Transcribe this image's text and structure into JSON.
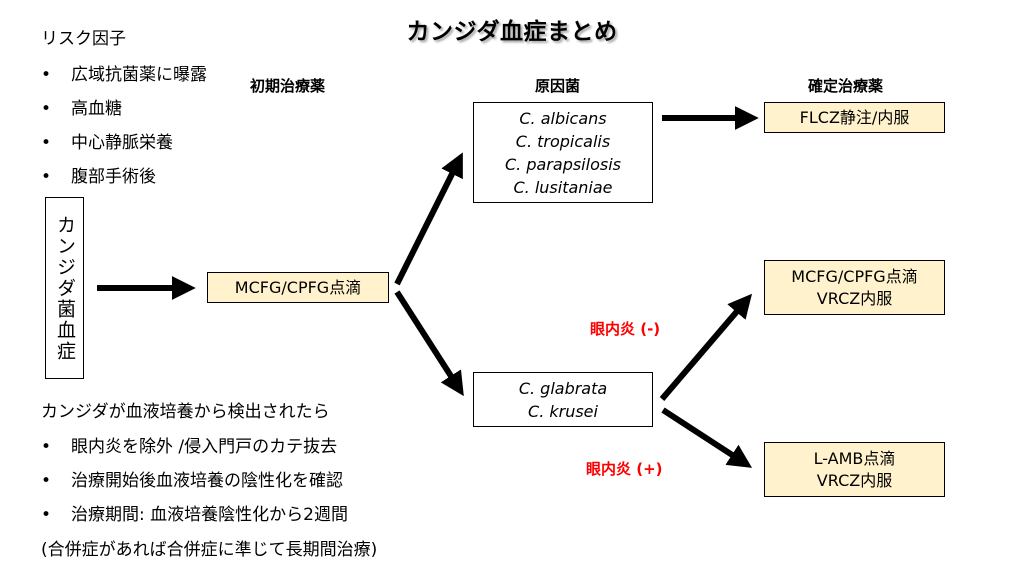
{
  "title": "カンジダ血症まとめ",
  "risk_factors": {
    "heading": "リスク因子",
    "bullet": "•",
    "items": [
      "広域抗菌薬に曝露",
      "高血糖",
      "中心静脈栄養",
      "腹部手術後"
    ]
  },
  "column_headers": {
    "initial": "初期治療薬",
    "organism": "原因菌",
    "definitive": "確定治療薬"
  },
  "nodes": {
    "diagnosis": "カンジダ菌血症",
    "initial_drug": "MCFG/CPFG点滴",
    "organisms_group1": [
      "C. albicans",
      "C. tropicalis",
      "C. parapsilosis",
      "C. lusitaniae"
    ],
    "organisms_group2": [
      "C. glabrata",
      "C. krusei"
    ],
    "definitive_group1": "FLCZ静注/内服",
    "definitive_endophthalmitis_neg": [
      "MCFG/CPFG点滴",
      "VRCZ内服"
    ],
    "definitive_endophthalmitis_pos": [
      "L-AMB点滴",
      "VRCZ内服"
    ]
  },
  "branch_labels": {
    "endophthalmitis_neg": "眼内炎 (-)",
    "endophthalmitis_pos": "眼内炎 (+)"
  },
  "management": {
    "heading": "カンジダが血液培養から検出されたら",
    "bullet": "•",
    "items": [
      "眼内炎を除外 /侵入門戸のカテ抜去",
      "治療開始後血液培養の陰性化を確認",
      "治療期間: 血液培養陰性化から2週間"
    ],
    "note": "(合併症があれば合併症に準じて長期間治療)"
  },
  "colors": {
    "drug_box_fill": "#fff2cc",
    "branch_label": "#ff0000",
    "arrow": "#000000"
  }
}
